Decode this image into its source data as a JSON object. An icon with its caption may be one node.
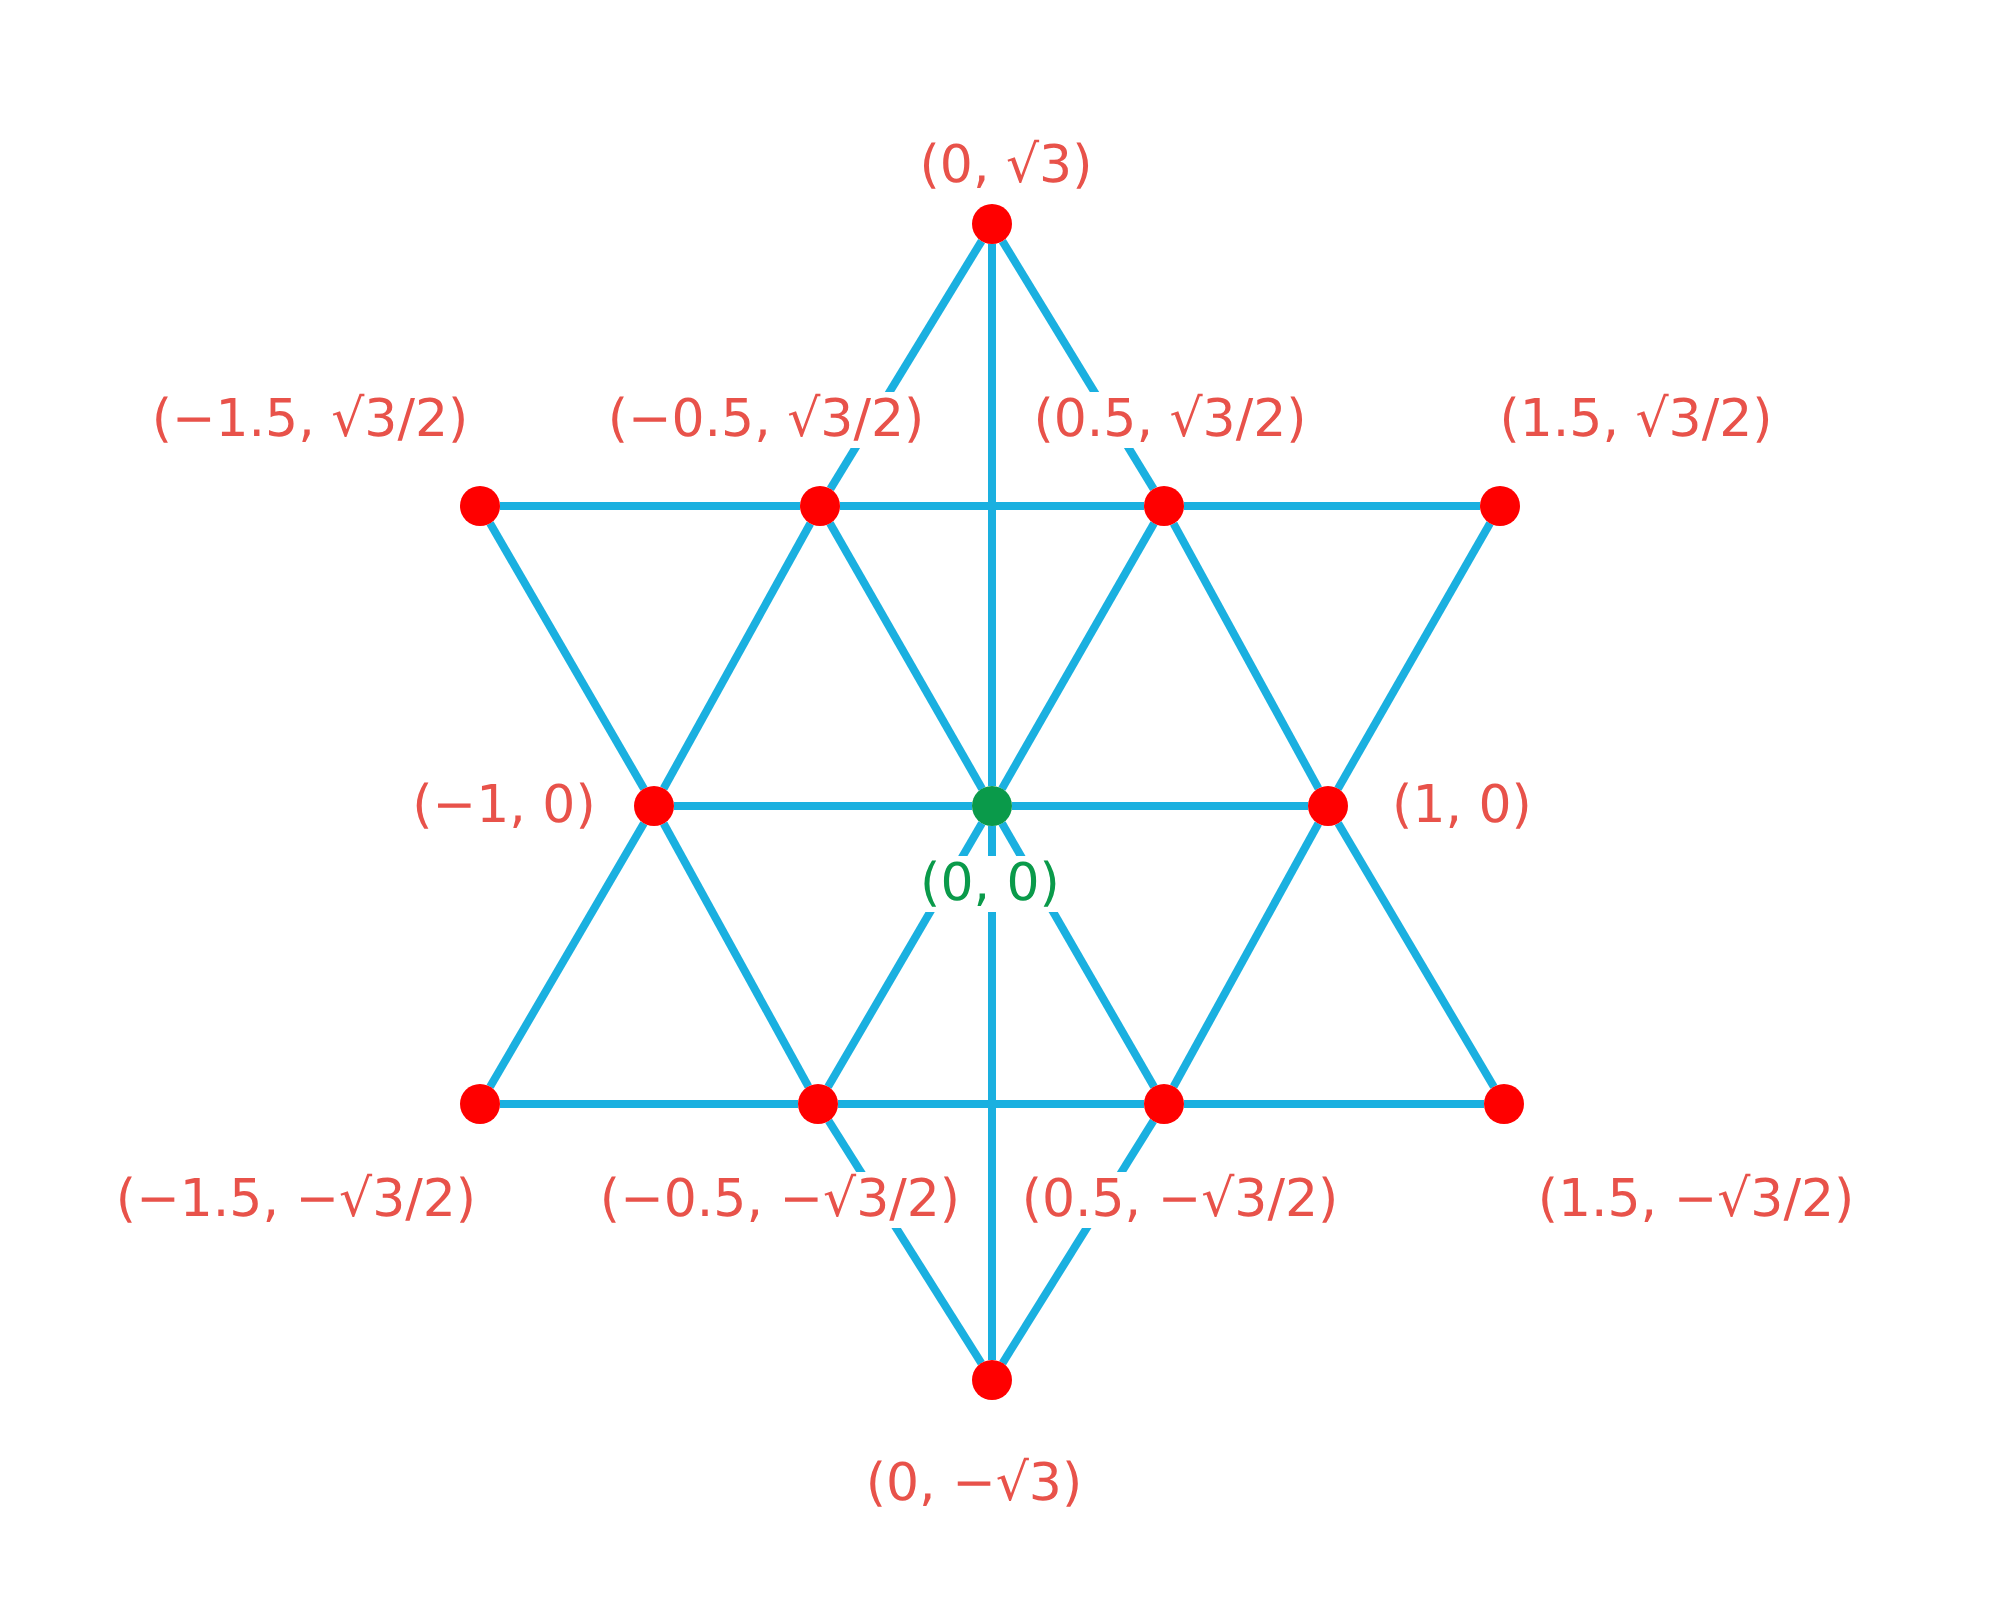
{
  "diagram": {
    "nodes": [
      {
        "text": [],
        "shape": "circle",
        "beside": [
          "(0, √3)"
        ]
      },
      {
        "text": [],
        "shape": "circle",
        "beside": [
          "(−1.5, √3/2)"
        ]
      },
      {
        "text": [],
        "shape": "circle",
        "beside": [
          "(−0.5, √3/2)"
        ]
      },
      {
        "text": [],
        "shape": "circle",
        "beside": [
          "(0.5, √3/2)"
        ]
      },
      {
        "text": [],
        "shape": "circle",
        "beside": [
          "(1.5, √3/2)"
        ]
      },
      {
        "text": [],
        "shape": "circle",
        "beside": [
          "(−1, 0)"
        ]
      },
      {
        "text": [],
        "shape": "circle",
        "beside": [
          "(0, 0)"
        ]
      },
      {
        "text": [],
        "shape": "circle",
        "beside": [
          "(1, 0)"
        ]
      },
      {
        "text": [],
        "shape": "circle",
        "beside": [
          "(−1.5, −√3/2)"
        ]
      },
      {
        "text": [],
        "shape": "circle",
        "beside": [
          "(−0.5, −√3/2)"
        ]
      },
      {
        "text": [],
        "shape": "circle",
        "beside": [
          "(0.5, −√3/2)"
        ]
      },
      {
        "text": [],
        "shape": "circle",
        "beside": [
          "(1.5, −√3/2)"
        ]
      },
      {
        "text": [],
        "shape": "circle",
        "beside": [
          "(0, −√3)"
        ]
      }
    ],
    "edges": [
      {
        "from": 0,
        "to": 2,
        "arrow": "none"
      },
      {
        "from": 2,
        "to": 5,
        "arrow": "none"
      },
      {
        "from": 5,
        "to": 8,
        "arrow": "none"
      },
      {
        "from": 0,
        "to": 3,
        "arrow": "none"
      },
      {
        "from": 3,
        "to": 7,
        "arrow": "none"
      },
      {
        "from": 7,
        "to": 11,
        "arrow": "none"
      },
      {
        "from": 8,
        "to": 9,
        "arrow": "none"
      },
      {
        "from": 9,
        "to": 10,
        "arrow": "none"
      },
      {
        "from": 10,
        "to": 11,
        "arrow": "none"
      },
      {
        "from": 12,
        "to": 9,
        "arrow": "none"
      },
      {
        "from": 9,
        "to": 5,
        "arrow": "none"
      },
      {
        "from": 5,
        "to": 1,
        "arrow": "none"
      },
      {
        "from": 12,
        "to": 10,
        "arrow": "none"
      },
      {
        "from": 10,
        "to": 7,
        "arrow": "none"
      },
      {
        "from": 7,
        "to": 4,
        "arrow": "none"
      },
      {
        "from": 1,
        "to": 2,
        "arrow": "none"
      },
      {
        "from": 2,
        "to": 3,
        "arrow": "none"
      },
      {
        "from": 3,
        "to": 4,
        "arrow": "none"
      },
      {
        "from": 0,
        "to": 6,
        "arrow": "none"
      },
      {
        "from": 6,
        "to": 12,
        "arrow": "none"
      },
      {
        "from": 5,
        "to": 6,
        "arrow": "none"
      },
      {
        "from": 6,
        "to": 7,
        "arrow": "none"
      },
      {
        "from": 2,
        "to": 6,
        "arrow": "none"
      },
      {
        "from": 6,
        "to": 10,
        "arrow": "none"
      },
      {
        "from": 3,
        "to": 6,
        "arrow": "none"
      },
      {
        "from": 6,
        "to": 9,
        "arrow": "none"
      }
    ]
  }
}
